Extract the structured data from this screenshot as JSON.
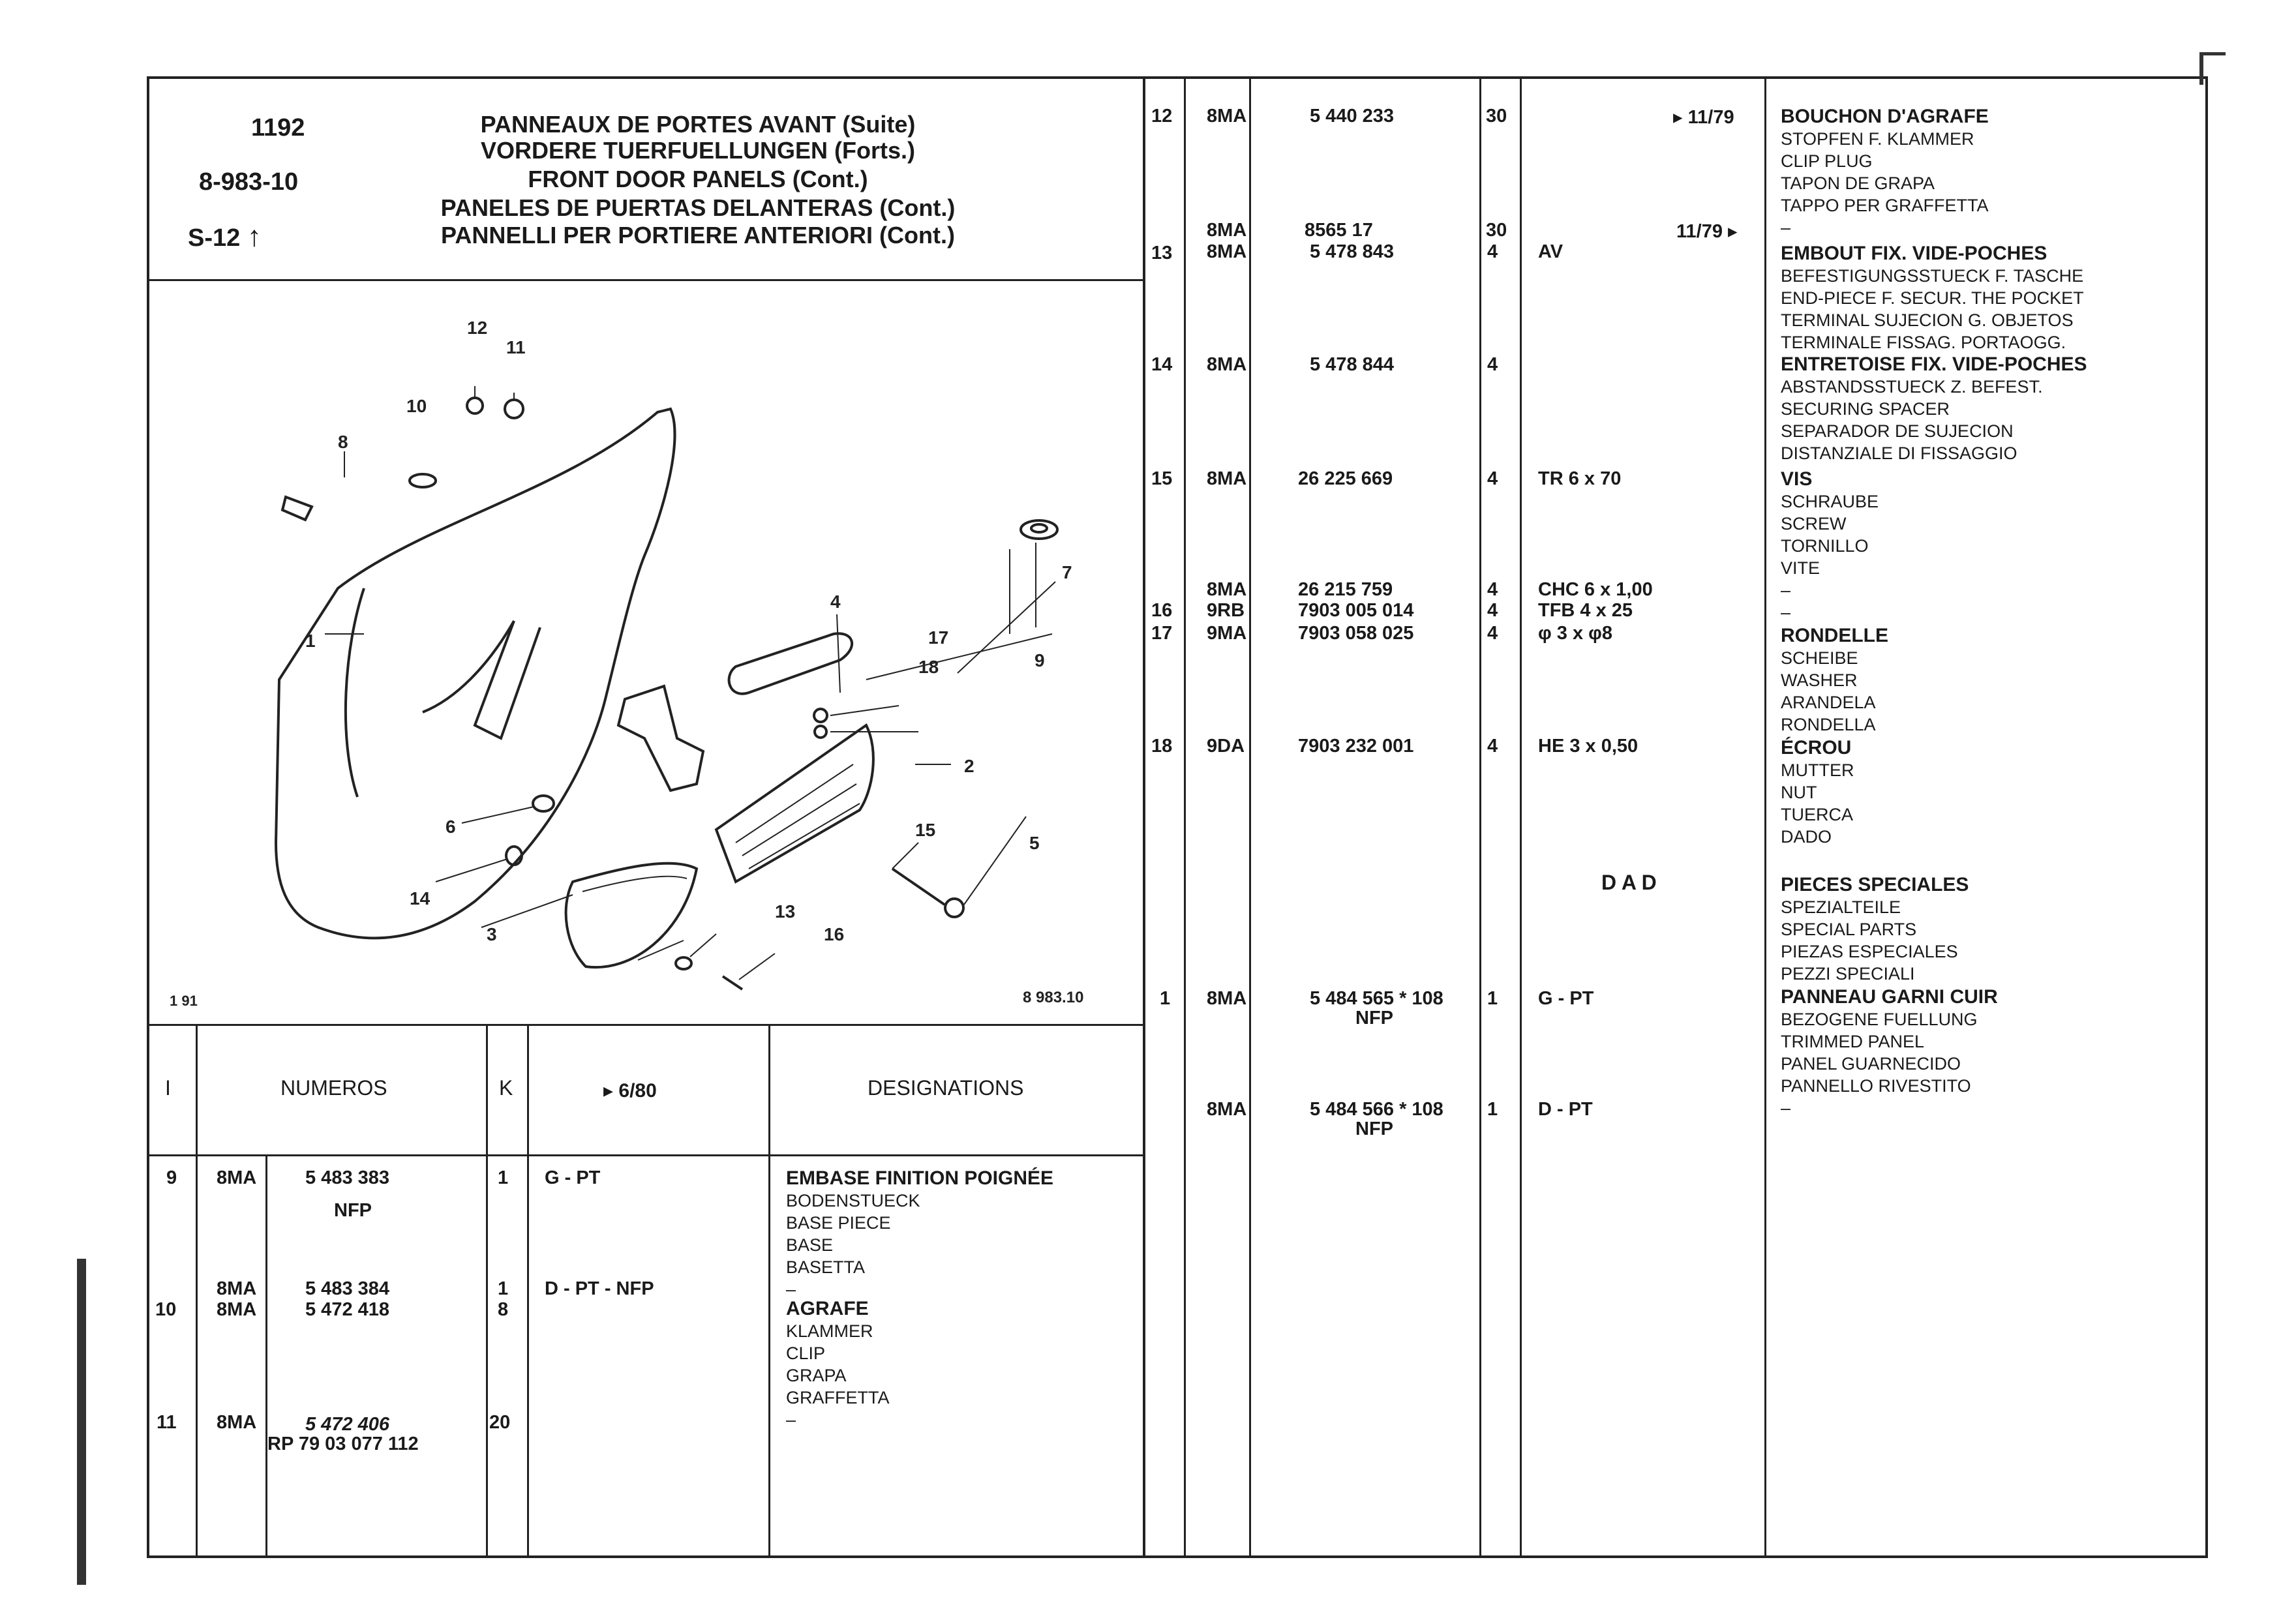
{
  "header": {
    "page_num": "1192",
    "ref": "8-983-10",
    "section": "S-12",
    "titles": [
      "PANNEAUX DE PORTES AVANT (Suite)",
      "VORDERE TUERFUELLUNGEN (Forts.)",
      "FRONT DOOR PANELS (Cont.)",
      "PANELES DE PUERTAS DELANTERAS (Cont.)",
      "PANNELLI PER PORTIERE ANTERIORI (Cont.)"
    ]
  },
  "diagram": {
    "footer_left": "1 91",
    "footer_right": "8 983.10",
    "callouts": [
      "1",
      "2",
      "3",
      "4",
      "5",
      "6",
      "7",
      "8",
      "9",
      "10",
      "11",
      "12",
      "13",
      "14",
      "15",
      "16",
      "17",
      "18"
    ]
  },
  "column_headers": {
    "index": "I",
    "numbers": "NUMEROS",
    "qty": "K",
    "date": "▸ 6/80",
    "designations": "DESIGNATIONS"
  },
  "left_rows": [
    {
      "item": "9",
      "code": "8MA",
      "num": "5 483 383",
      "num2": "NFP",
      "qty": "1",
      "var": "G - PT",
      "desc": [
        "EMBASE FINITION POIGNÉE",
        "BODENSTUECK",
        "BASE PIECE",
        "BASE",
        "BASETTA",
        "–"
      ]
    },
    {
      "item": "",
      "code": "8MA",
      "num": "5 483 384",
      "num2": "",
      "qty": "1",
      "var": "D - PT  - NFP",
      "desc": []
    },
    {
      "item": "10",
      "code": "8MA",
      "num": "5 472 418",
      "num2": "",
      "qty": "8",
      "var": "",
      "desc": [
        "AGRAFE",
        "KLAMMER",
        "CLIP",
        "GRAPA",
        "GRAFFETTA",
        "–"
      ]
    },
    {
      "item": "11",
      "code": "8MA",
      "num": "5 472 406",
      "num2": "RP 79 03 077 112",
      "qty": "20",
      "var": "",
      "desc": []
    }
  ],
  "right_rows": [
    {
      "item": "12",
      "code": "8MA",
      "num": "5 440 233",
      "qty": "30",
      "var": "",
      "date": "▸ 11/79",
      "desc": [
        "BOUCHON D'AGRAFE",
        "STOPFEN F. KLAMMER",
        "CLIP PLUG",
        "TAPON DE GRAPA",
        "TAPPO PER GRAFFETTA",
        "–"
      ]
    },
    {
      "item": "",
      "code": "8MA",
      "num": "8565 17",
      "qty": "30",
      "var": "",
      "date": "11/79 ▸",
      "desc": []
    },
    {
      "item": "13",
      "code": "8MA",
      "num": "5 478 843",
      "qty": "4",
      "var": "AV",
      "date": "",
      "desc": [
        "EMBOUT FIX. VIDE-POCHES",
        "BEFESTIGUNGSSTUECK F. TASCHE",
        "END-PIECE F. SECUR. THE POCKET",
        "TERMINAL SUJECION G. OBJETOS",
        "TERMINALE FISSAG. PORTAOGG."
      ]
    },
    {
      "item": "14",
      "code": "8MA",
      "num": "5 478 844",
      "qty": "4",
      "var": "",
      "date": "",
      "desc": [
        "ENTRETOISE FIX. VIDE-POCHES",
        "ABSTANDSSTUECK Z. BEFEST.",
        "SECURING SPACER",
        "SEPARADOR DE SUJECION",
        "DISTANZIALE DI FISSAGGIO"
      ]
    },
    {
      "item": "15",
      "code": "8MA",
      "num": "26 225 669",
      "qty": "4",
      "var": "TR 6 x 70",
      "date": "",
      "desc": [
        "VIS",
        "SCHRAUBE",
        "SCREW",
        "TORNILLO",
        "VITE",
        "–",
        "–"
      ]
    },
    {
      "item": "",
      "code": "8MA",
      "num": "26 215 759",
      "qty": "4",
      "var": "CHC 6 x 1,00",
      "date": "",
      "desc": []
    },
    {
      "item": "16",
      "code": "9RB",
      "num": "7903 005 014",
      "qty": "4",
      "var": "TFB 4 x 25",
      "date": "",
      "desc": []
    },
    {
      "item": "17",
      "code": "9MA",
      "num": "7903 058 025",
      "qty": "4",
      "var": "φ 3 x φ8",
      "date": "",
      "desc": [
        "RONDELLE",
        "SCHEIBE",
        "WASHER",
        "ARANDELA",
        "RONDELLA"
      ]
    },
    {
      "item": "18",
      "code": "9DA",
      "num": "7903 232 001",
      "qty": "4",
      "var": "HE 3 x 0,50",
      "date": "",
      "desc": [
        "ÉCROU",
        "MUTTER",
        "NUT",
        "TUERCA",
        "DADO"
      ]
    },
    {
      "item": "",
      "code": "",
      "num": "",
      "qty": "",
      "var": "",
      "date": "D A D",
      "desc": [
        "PIECES SPECIALES",
        "SPEZIALTEILE",
        "SPECIAL PARTS",
        "PIEZAS ESPECIALES",
        "PEZZI SPECIALI"
      ]
    },
    {
      "item": "1",
      "code": "8MA",
      "num": "5 484 565 * 108",
      "num2": "NFP",
      "qty": "1",
      "var": "G - PT",
      "date": "",
      "desc": [
        "PANNEAU GARNI CUIR",
        "BEZOGENE FUELLUNG",
        "TRIMMED PANEL",
        "PANEL GUARNECIDO",
        "PANNELLO RIVESTITO",
        "–"
      ]
    },
    {
      "item": "",
      "code": "8MA",
      "num": "5 484 566 * 108",
      "num2": "NFP",
      "qty": "1",
      "var": "D - PT",
      "date": "",
      "desc": []
    }
  ]
}
